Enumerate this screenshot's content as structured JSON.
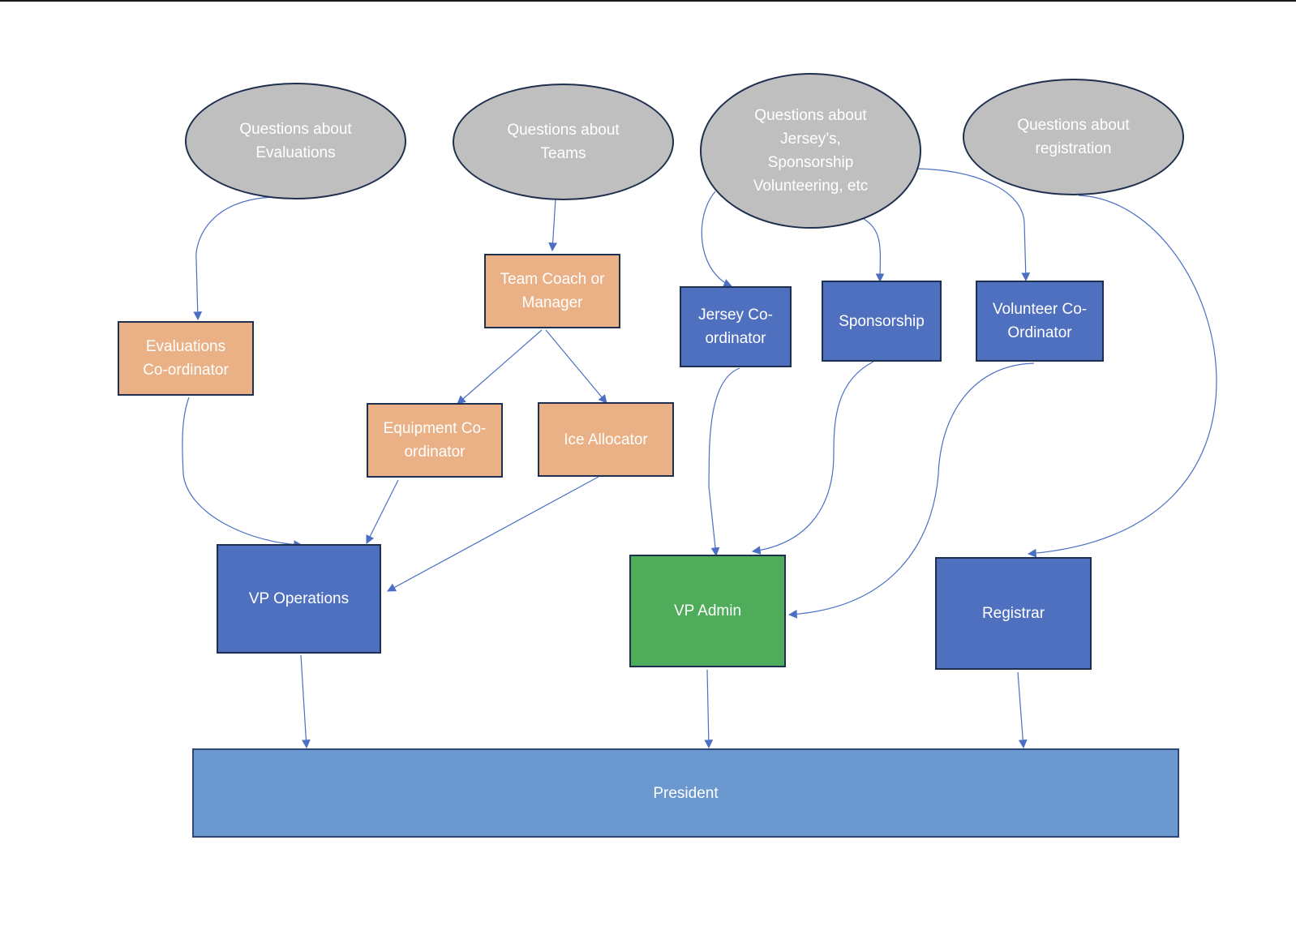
{
  "colors": {
    "question": "#bfbfbf",
    "role": "#e9b185",
    "coordinator": "#4f70bf",
    "vp_admin": "#4eac5b",
    "president": "#6a98cf",
    "edge": "#4a6fc4"
  },
  "nodes": {
    "q_evaluations": "Questions about\nEvaluations",
    "q_teams": "Questions about\nTeams",
    "q_jerseys": "Questions about\nJersey’s,\nSponsorship\nVolunteering, etc",
    "q_registration": "Questions about\nregistration",
    "evaluations_coordinator": "Evaluations\nCo-ordinator",
    "team_coach": "Team Coach or\nManager",
    "equipment_coordinator": "Equipment Co-\nordinator",
    "ice_allocator": "Ice Allocator",
    "jersey_coordinator": "Jersey Co-\nordinator",
    "sponsorship": "Sponsorship",
    "volunteer_coordinator": "Volunteer Co-\nOrdinator",
    "vp_operations": "VP Operations",
    "vp_admin": "VP Admin",
    "registrar": "Registrar",
    "president": "President"
  },
  "edges": [
    {
      "from": "q_evaluations",
      "to": "evaluations_coordinator"
    },
    {
      "from": "q_teams",
      "to": "team_coach"
    },
    {
      "from": "team_coach",
      "to": "equipment_coordinator"
    },
    {
      "from": "team_coach",
      "to": "ice_allocator"
    },
    {
      "from": "q_jerseys",
      "to": "jersey_coordinator"
    },
    {
      "from": "q_jerseys",
      "to": "sponsorship"
    },
    {
      "from": "q_jerseys",
      "to": "volunteer_coordinator"
    },
    {
      "from": "q_registration",
      "to": "registrar"
    },
    {
      "from": "evaluations_coordinator",
      "to": "vp_operations"
    },
    {
      "from": "equipment_coordinator",
      "to": "vp_operations"
    },
    {
      "from": "ice_allocator",
      "to": "vp_operations"
    },
    {
      "from": "jersey_coordinator",
      "to": "vp_admin"
    },
    {
      "from": "sponsorship",
      "to": "vp_admin"
    },
    {
      "from": "volunteer_coordinator",
      "to": "vp_admin"
    },
    {
      "from": "vp_operations",
      "to": "president"
    },
    {
      "from": "vp_admin",
      "to": "president"
    },
    {
      "from": "registrar",
      "to": "president"
    }
  ]
}
